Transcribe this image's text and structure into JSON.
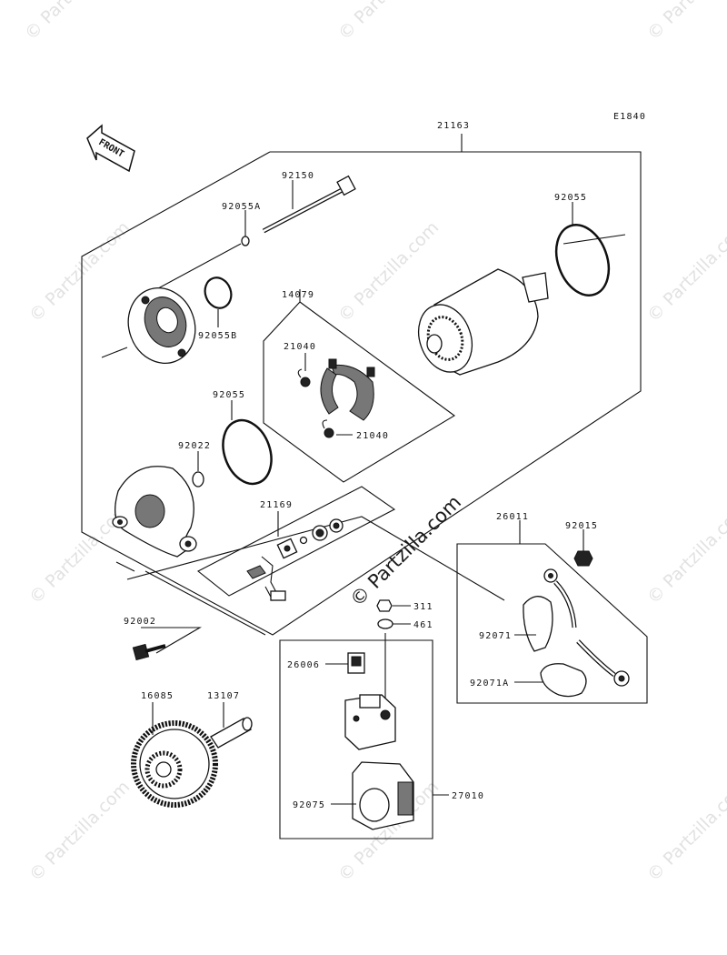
{
  "diagram": {
    "code": "E1840",
    "front_label": "FRONT",
    "watermark": "© Partzilla.com",
    "parts": [
      {
        "id": "21163"
      },
      {
        "id": "92150"
      },
      {
        "id": "92055A"
      },
      {
        "id": "92055"
      },
      {
        "id": "92055B"
      },
      {
        "id": "14079"
      },
      {
        "id": "21040"
      },
      {
        "id": "21040"
      },
      {
        "id": "92055"
      },
      {
        "id": "92022"
      },
      {
        "id": "21169"
      },
      {
        "id": "26011"
      },
      {
        "id": "92015"
      },
      {
        "id": "311"
      },
      {
        "id": "461"
      },
      {
        "id": "92071"
      },
      {
        "id": "92071A"
      },
      {
        "id": "92002"
      },
      {
        "id": "26006"
      },
      {
        "id": "16085"
      },
      {
        "id": "13107"
      },
      {
        "id": "27010"
      },
      {
        "id": "92075"
      }
    ]
  }
}
